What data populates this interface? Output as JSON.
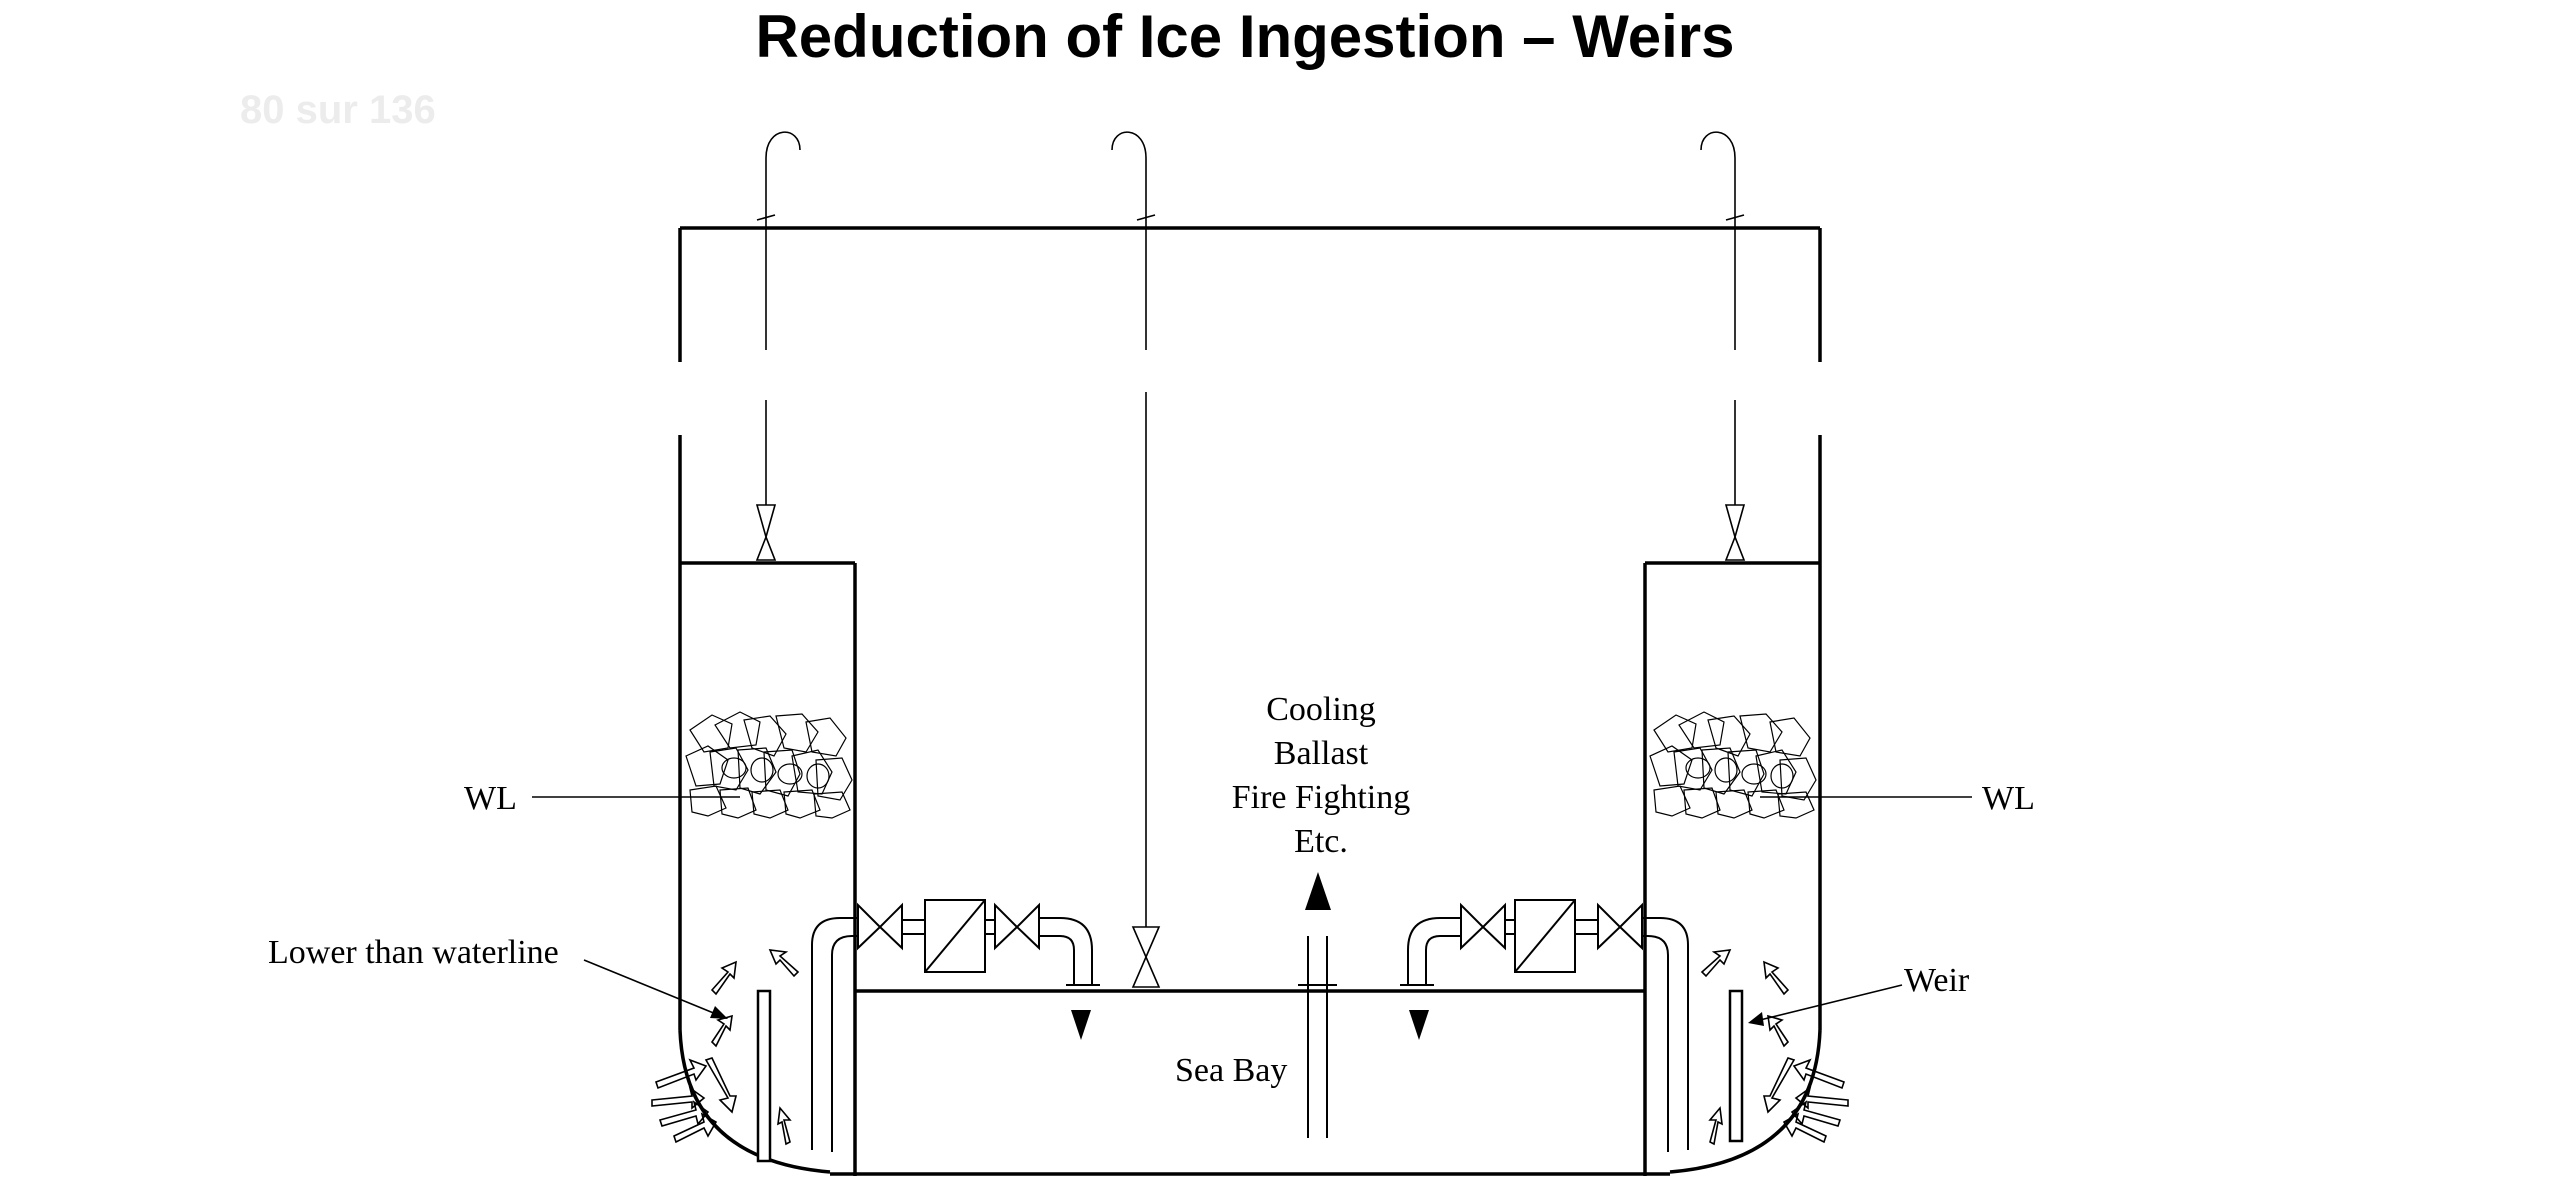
{
  "title": "Reduction of Ice Ingestion – Weirs",
  "page_counter": "80 sur 136",
  "labels": {
    "wl_left": "WL",
    "wl_right": "WL",
    "lower_than_waterline": "Lower than waterline",
    "weir": "Weir",
    "sea_bay": "Sea Bay",
    "uses": [
      "Cooling",
      "Ballast",
      "Fire Fighting",
      "Etc."
    ]
  }
}
